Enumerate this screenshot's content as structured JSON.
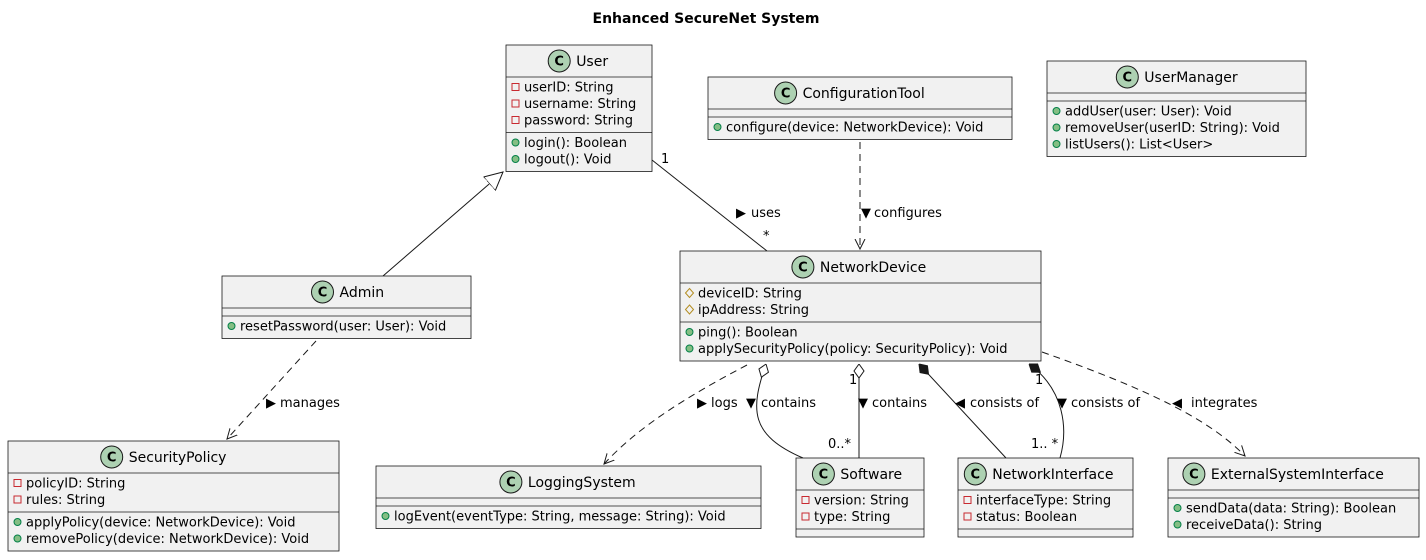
{
  "diagram": {
    "title": "Enhanced SecureNet System",
    "classes": {
      "user": {
        "name": "User",
        "attributes": [
          {
            "vis": "private",
            "text": "userID: String"
          },
          {
            "vis": "private",
            "text": "username: String"
          },
          {
            "vis": "private",
            "text": "password: String"
          }
        ],
        "methods": [
          {
            "vis": "public",
            "text": "login(): Boolean"
          },
          {
            "vis": "public",
            "text": "logout(): Void"
          }
        ]
      },
      "configuration_tool": {
        "name": "ConfigurationTool",
        "attributes": [],
        "methods": [
          {
            "vis": "public",
            "text": "configure(device: NetworkDevice): Void"
          }
        ]
      },
      "user_manager": {
        "name": "UserManager",
        "attributes": [],
        "methods": [
          {
            "vis": "public",
            "text": "addUser(user: User): Void"
          },
          {
            "vis": "public",
            "text": "removeUser(userID: String): Void"
          },
          {
            "vis": "public",
            "text": "listUsers(): List<User>"
          }
        ]
      },
      "admin": {
        "name": "Admin",
        "attributes": [],
        "methods": [
          {
            "vis": "public",
            "text": "resetPassword(user: User): Void"
          }
        ]
      },
      "network_device": {
        "name": "NetworkDevice",
        "attributes": [
          {
            "vis": "protected",
            "text": "deviceID: String"
          },
          {
            "vis": "protected",
            "text": "ipAddress: String"
          }
        ],
        "methods": [
          {
            "vis": "public",
            "text": "ping(): Boolean"
          },
          {
            "vis": "public",
            "text": "applySecurityPolicy(policy: SecurityPolicy): Void"
          }
        ]
      },
      "security_policy": {
        "name": "SecurityPolicy",
        "attributes": [
          {
            "vis": "private",
            "text": "policyID: String"
          },
          {
            "vis": "private",
            "text": "rules: String"
          }
        ],
        "methods": [
          {
            "vis": "public",
            "text": "applyPolicy(device: NetworkDevice): Void"
          },
          {
            "vis": "public",
            "text": "removePolicy(device: NetworkDevice): Void"
          }
        ]
      },
      "logging_system": {
        "name": "LoggingSystem",
        "attributes": [],
        "methods": [
          {
            "vis": "public",
            "text": "logEvent(eventType: String, message: String): Void"
          }
        ]
      },
      "software": {
        "name": "Software",
        "attributes": [
          {
            "vis": "private",
            "text": "version: String"
          },
          {
            "vis": "private",
            "text": "type: String"
          }
        ],
        "methods": []
      },
      "network_interface": {
        "name": "NetworkInterface",
        "attributes": [
          {
            "vis": "private",
            "text": "interfaceType: String"
          },
          {
            "vis": "private",
            "text": "status: Boolean"
          }
        ],
        "methods": []
      },
      "external_system_interface": {
        "name": "ExternalSystemInterface",
        "attributes": [],
        "methods": [
          {
            "vis": "public",
            "text": "sendData(data: String): Boolean"
          },
          {
            "vis": "public",
            "text": "receiveData(): String"
          }
        ]
      }
    },
    "class_icon_letter": "C",
    "relations": {
      "uses": {
        "label": "uses",
        "arrow": "▶",
        "from_mult": "1",
        "to_mult": "*"
      },
      "configures": {
        "label": "configures",
        "arrow": "▼"
      },
      "manages": {
        "label": "manages",
        "arrow": "▶"
      },
      "logs": {
        "label": "logs",
        "arrow": "▶"
      },
      "contains_a": {
        "label": "contains",
        "arrow": "▼"
      },
      "contains_b": {
        "label": "contains",
        "arrow": "▼",
        "from_mult": "1",
        "to_mult": "0..*"
      },
      "consists_of_a": {
        "label": "consists of",
        "arrow": "◀"
      },
      "consists_of_b": {
        "label": "consists of",
        "arrow": "▼",
        "from_mult": "1",
        "to_mult": "1.. *"
      },
      "integrates": {
        "label": "integrates",
        "arrow": "◀"
      }
    }
  }
}
